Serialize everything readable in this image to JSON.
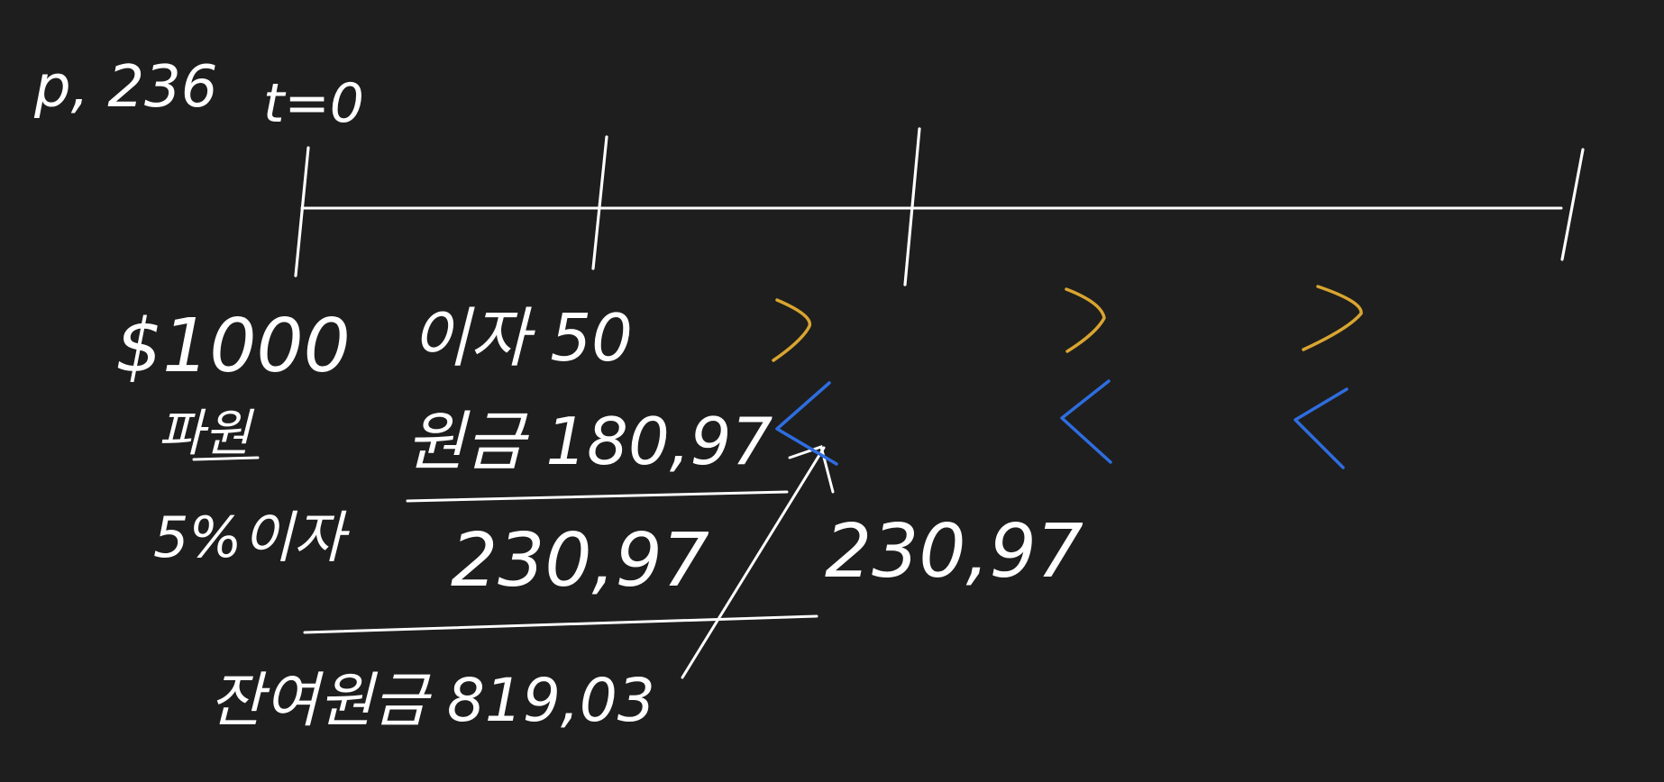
{
  "page_ref": "p, 236",
  "time_zero": "t=0",
  "notes": {
    "loan_amount": "$1000",
    "principal_label": "파원",
    "interest_rate": "5%이자",
    "interest_line": "이자 50",
    "principal_line": "원금 180,97",
    "payment_sum": "230,97",
    "payment_next": "230,97",
    "remaining_principal": "잔여원금 819,03"
  },
  "colors": {
    "background": "#1e1e1e",
    "ink": "#ffffff",
    "interest_mark": "#d9a530",
    "principal_mark": "#2e6de0"
  }
}
